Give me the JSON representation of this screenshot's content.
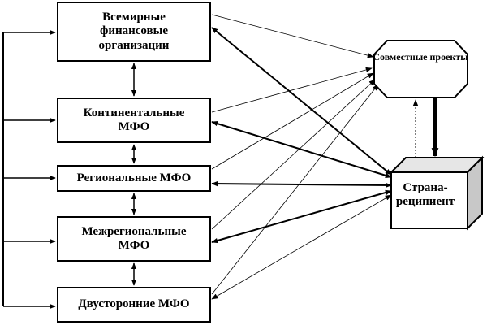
{
  "nodes": {
    "world": {
      "line1": "Всемирные",
      "line2": "финансовые",
      "line3": "организации"
    },
    "continental": {
      "line1": "Континентальные",
      "line2": "МФО"
    },
    "regional": {
      "line1": "Региональные МФО"
    },
    "interregional": {
      "line1": "Межрегиональные",
      "line2": "МФО"
    },
    "bilateral": {
      "line1": "Двусторонние МФО"
    },
    "joint_projects": {
      "line1": "Совместные",
      "line2": "проекты"
    },
    "recipient": {
      "line1": "Страна-",
      "line2": "реципиент"
    }
  },
  "colors": {
    "stroke": "#000000",
    "background": "#ffffff",
    "box_side": "#c8c8c8",
    "box_top": "#e6e6e6"
  }
}
